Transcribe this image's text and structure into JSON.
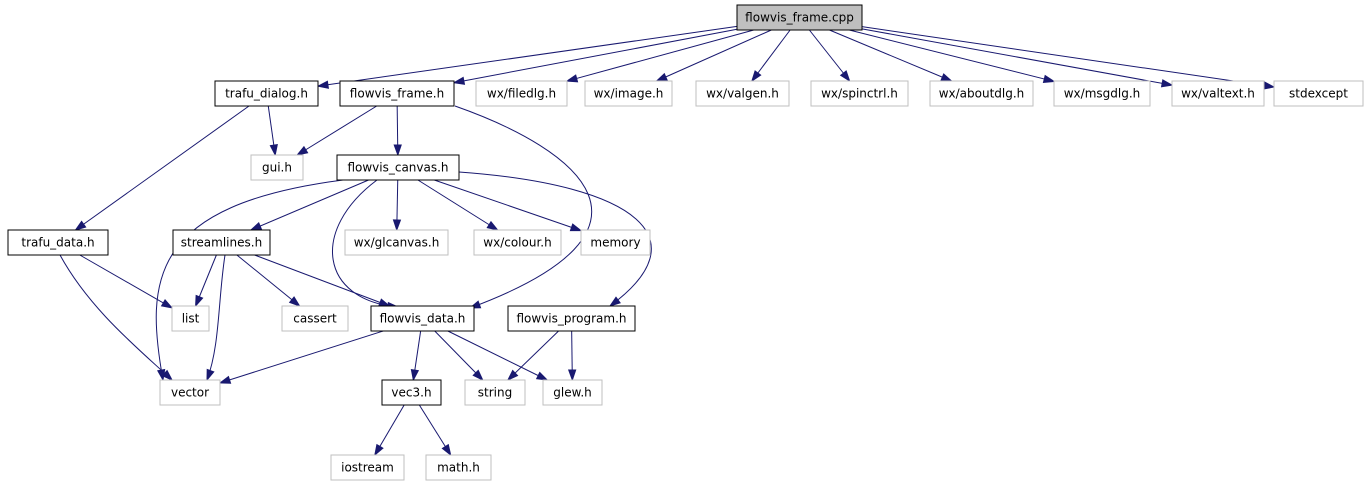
{
  "graph": {
    "nodes": [
      {
        "id": "flowvis_frame_cpp",
        "label": "flowvis_frame.cpp",
        "kind": "root"
      },
      {
        "id": "trafu_dialog_h",
        "label": "trafu_dialog.h",
        "kind": "doc"
      },
      {
        "id": "flowvis_frame_h",
        "label": "flowvis_frame.h",
        "kind": "doc"
      },
      {
        "id": "wx_filedlg_h",
        "label": "wx/filedlg.h",
        "kind": "ext"
      },
      {
        "id": "wx_image_h",
        "label": "wx/image.h",
        "kind": "ext"
      },
      {
        "id": "wx_valgen_h",
        "label": "wx/valgen.h",
        "kind": "ext"
      },
      {
        "id": "wx_spinctrl_h",
        "label": "wx/spinctrl.h",
        "kind": "ext"
      },
      {
        "id": "wx_aboutdlg_h",
        "label": "wx/aboutdlg.h",
        "kind": "ext"
      },
      {
        "id": "wx_msgdlg_h",
        "label": "wx/msgdlg.h",
        "kind": "ext"
      },
      {
        "id": "wx_valtext_h",
        "label": "wx/valtext.h",
        "kind": "ext"
      },
      {
        "id": "stdexcept",
        "label": "stdexcept",
        "kind": "ext"
      },
      {
        "id": "gui_h",
        "label": "gui.h",
        "kind": "ext"
      },
      {
        "id": "flowvis_canvas_h",
        "label": "flowvis_canvas.h",
        "kind": "doc"
      },
      {
        "id": "trafu_data_h",
        "label": "trafu_data.h",
        "kind": "doc"
      },
      {
        "id": "streamlines_h",
        "label": "streamlines.h",
        "kind": "doc"
      },
      {
        "id": "wx_glcanvas_h",
        "label": "wx/glcanvas.h",
        "kind": "ext"
      },
      {
        "id": "wx_colour_h",
        "label": "wx/colour.h",
        "kind": "ext"
      },
      {
        "id": "memory",
        "label": "memory",
        "kind": "ext"
      },
      {
        "id": "list",
        "label": "list",
        "kind": "ext"
      },
      {
        "id": "cassert",
        "label": "cassert",
        "kind": "ext"
      },
      {
        "id": "flowvis_data_h",
        "label": "flowvis_data.h",
        "kind": "doc"
      },
      {
        "id": "flowvis_program_h",
        "label": "flowvis_program.h",
        "kind": "doc"
      },
      {
        "id": "vector",
        "label": "vector",
        "kind": "ext"
      },
      {
        "id": "vec3_h",
        "label": "vec3.h",
        "kind": "doc"
      },
      {
        "id": "string",
        "label": "string",
        "kind": "ext"
      },
      {
        "id": "glew_h",
        "label": "glew.h",
        "kind": "ext"
      },
      {
        "id": "iostream",
        "label": "iostream",
        "kind": "ext"
      },
      {
        "id": "math_h",
        "label": "math.h",
        "kind": "ext"
      }
    ],
    "edges": [
      [
        "flowvis_frame_cpp",
        "trafu_dialog_h"
      ],
      [
        "flowvis_frame_cpp",
        "flowvis_frame_h"
      ],
      [
        "flowvis_frame_cpp",
        "wx_filedlg_h"
      ],
      [
        "flowvis_frame_cpp",
        "wx_image_h"
      ],
      [
        "flowvis_frame_cpp",
        "wx_valgen_h"
      ],
      [
        "flowvis_frame_cpp",
        "wx_spinctrl_h"
      ],
      [
        "flowvis_frame_cpp",
        "wx_aboutdlg_h"
      ],
      [
        "flowvis_frame_cpp",
        "wx_msgdlg_h"
      ],
      [
        "flowvis_frame_cpp",
        "wx_valtext_h"
      ],
      [
        "flowvis_frame_cpp",
        "stdexcept"
      ],
      [
        "trafu_dialog_h",
        "gui_h"
      ],
      [
        "trafu_dialog_h",
        "trafu_data_h"
      ],
      [
        "flowvis_frame_h",
        "gui_h"
      ],
      [
        "flowvis_frame_h",
        "flowvis_canvas_h"
      ],
      [
        "flowvis_frame_h",
        "flowvis_data_h"
      ],
      [
        "flowvis_canvas_h",
        "streamlines_h"
      ],
      [
        "flowvis_canvas_h",
        "wx_glcanvas_h"
      ],
      [
        "flowvis_canvas_h",
        "wx_colour_h"
      ],
      [
        "flowvis_canvas_h",
        "memory"
      ],
      [
        "flowvis_canvas_h",
        "vector"
      ],
      [
        "flowvis_canvas_h",
        "flowvis_data_h"
      ],
      [
        "flowvis_canvas_h",
        "flowvis_program_h"
      ],
      [
        "trafu_data_h",
        "list"
      ],
      [
        "trafu_data_h",
        "vector"
      ],
      [
        "streamlines_h",
        "list"
      ],
      [
        "streamlines_h",
        "vector"
      ],
      [
        "streamlines_h",
        "cassert"
      ],
      [
        "streamlines_h",
        "flowvis_data_h"
      ],
      [
        "flowvis_data_h",
        "vector"
      ],
      [
        "flowvis_data_h",
        "vec3_h"
      ],
      [
        "flowvis_data_h",
        "string"
      ],
      [
        "flowvis_data_h",
        "glew_h"
      ],
      [
        "flowvis_program_h",
        "string"
      ],
      [
        "flowvis_program_h",
        "glew_h"
      ],
      [
        "vec3_h",
        "iostream"
      ],
      [
        "vec3_h",
        "math_h"
      ]
    ]
  },
  "colors": {
    "edge": "#191970",
    "root_fill": "#bfbfbf",
    "doc_border": "#000000",
    "ext_border": "#bfbfbf"
  }
}
